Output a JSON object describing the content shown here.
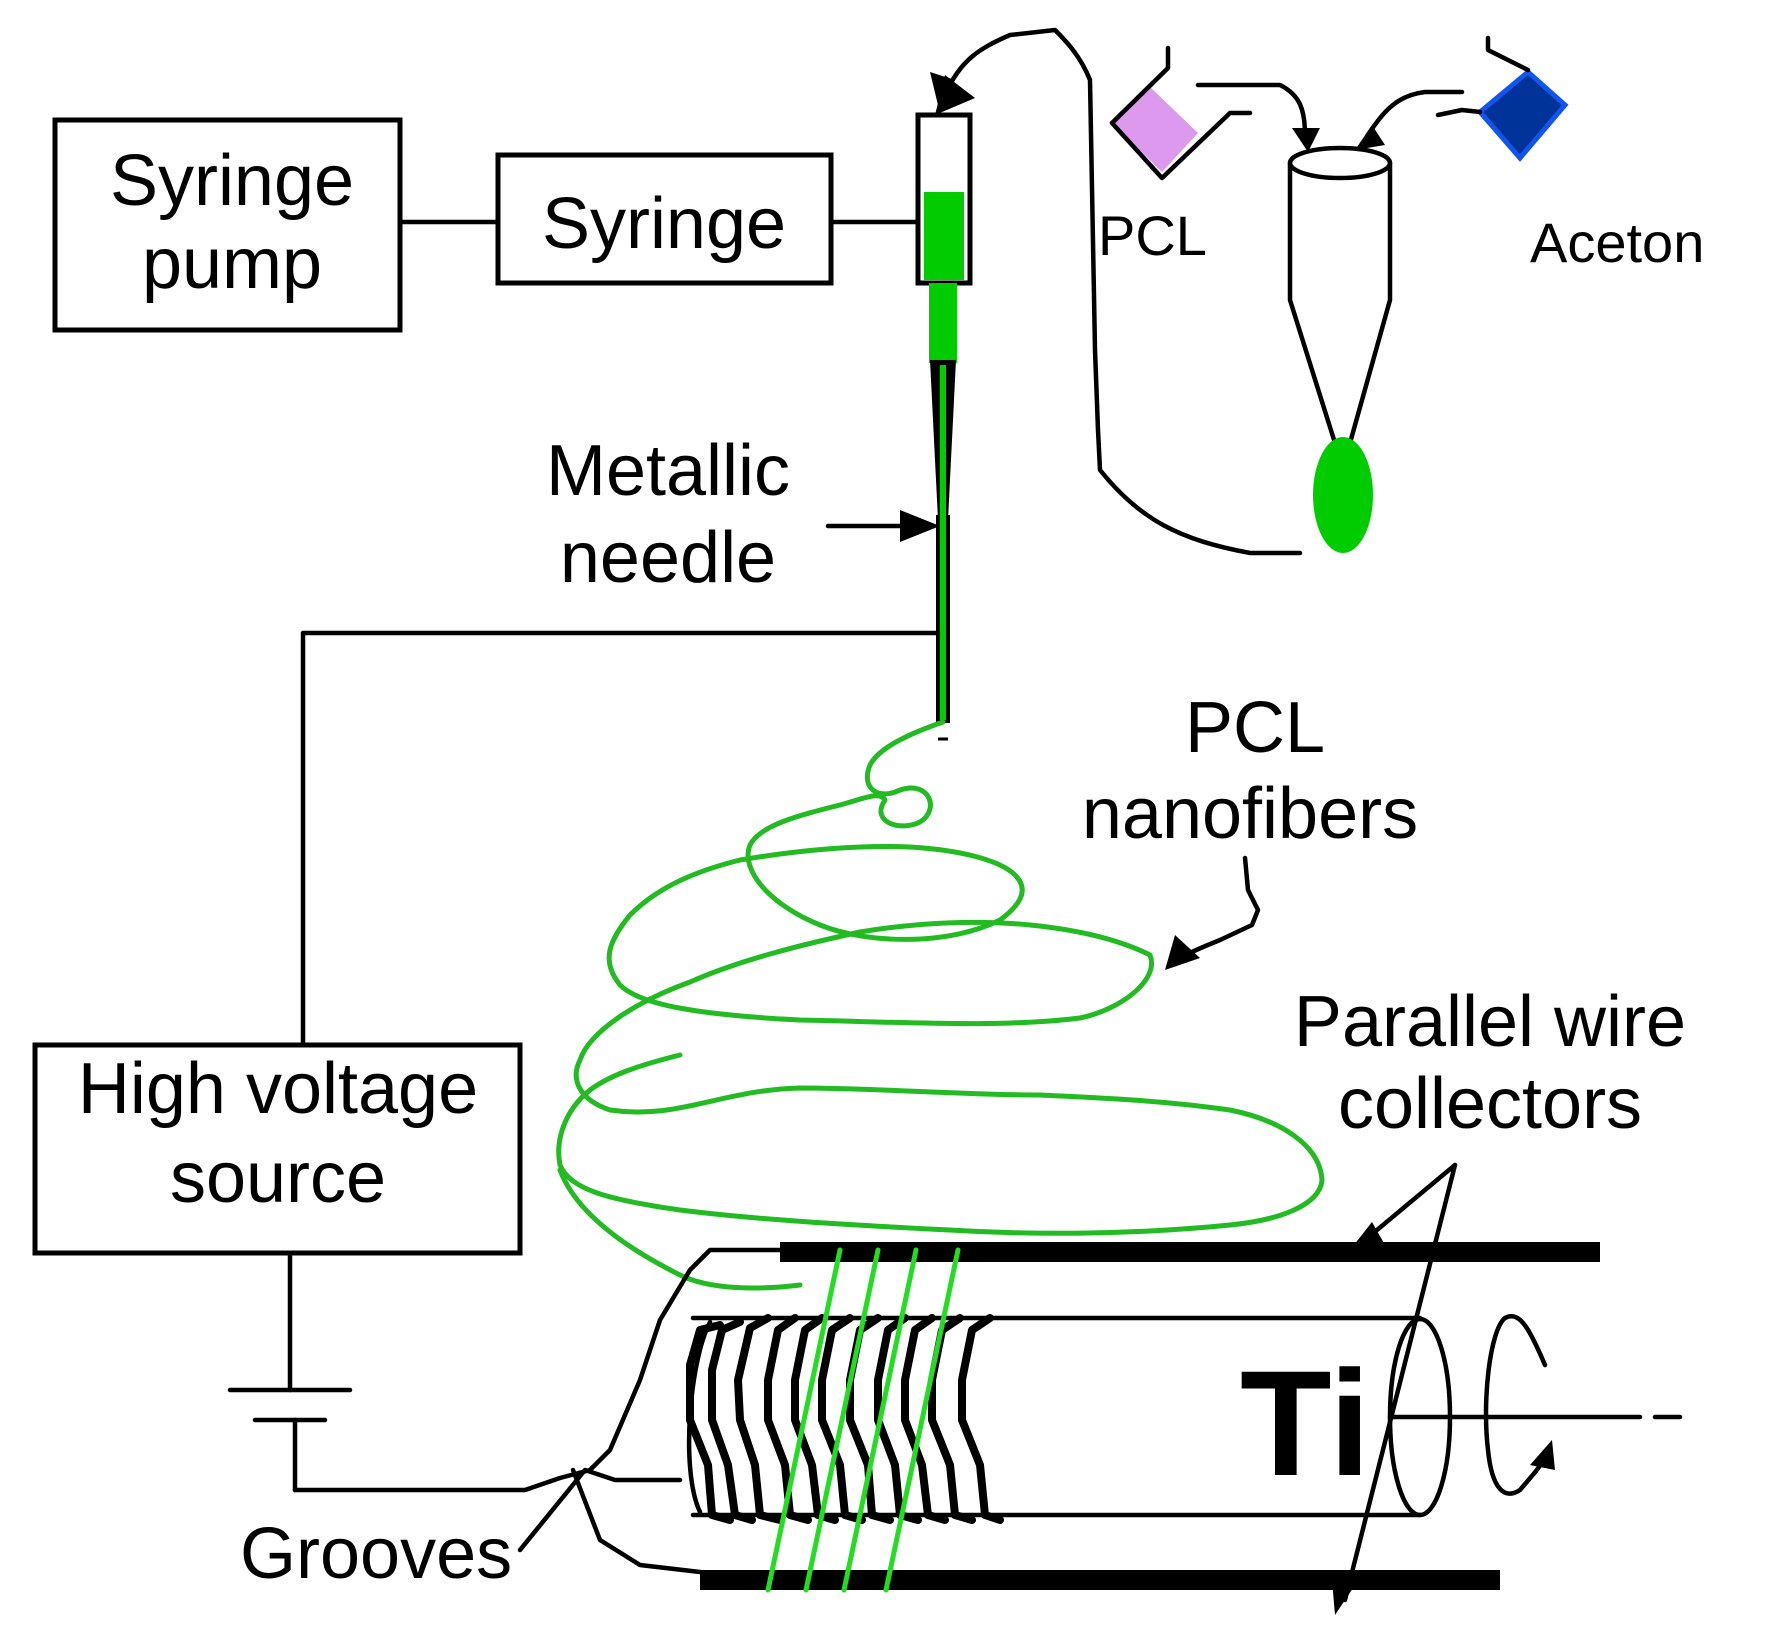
{
  "labels": {
    "syringe_pump_line1": "Syringe",
    "syringe_pump_line2": "pump",
    "syringe": "Syringe",
    "pcl_bottle": "PCL",
    "aceton_bottle": "Aceton",
    "metallic_needle_line1": "Metallic",
    "metallic_needle_line2": "needle",
    "pcl_nanofibers_line1": "PCL",
    "pcl_nanofibers_line2": "nanofibers",
    "parallel_wire_line1": "Parallel wire",
    "parallel_wire_line2": "collectors",
    "high_voltage_line1": "High voltage",
    "high_voltage_line2": "source",
    "grooves": "Grooves",
    "ti": "Ti"
  },
  "colors": {
    "solution_green": "#00cc00",
    "fiber_green": "#22bb22",
    "groove_green": "#22dd22",
    "pcl_violet": "#dd99ee",
    "aceton_blue": "#003399",
    "aceton_blue_edge": "#1155ee",
    "line": "#000000"
  }
}
